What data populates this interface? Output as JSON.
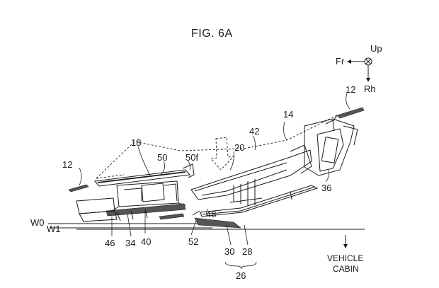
{
  "figure": {
    "title": "FIG. 6A",
    "orientation": {
      "forward": "Fr",
      "up": "Up",
      "right": "Rh"
    },
    "labels": {
      "l12a": "12",
      "l12b": "12",
      "l14": "14",
      "l18": "18",
      "l20": "20",
      "l26": "26",
      "l28": "28",
      "l30": "30",
      "l34": "34",
      "l36": "36",
      "l40": "40",
      "l42": "42",
      "l46": "46",
      "l48": "48",
      "l50": "50",
      "l50f": "50f",
      "l52": "52",
      "w0": "W0",
      "w1": "W1"
    },
    "cabin_label_line1": "VEHICLE",
    "cabin_label_line2": "CABIN"
  }
}
